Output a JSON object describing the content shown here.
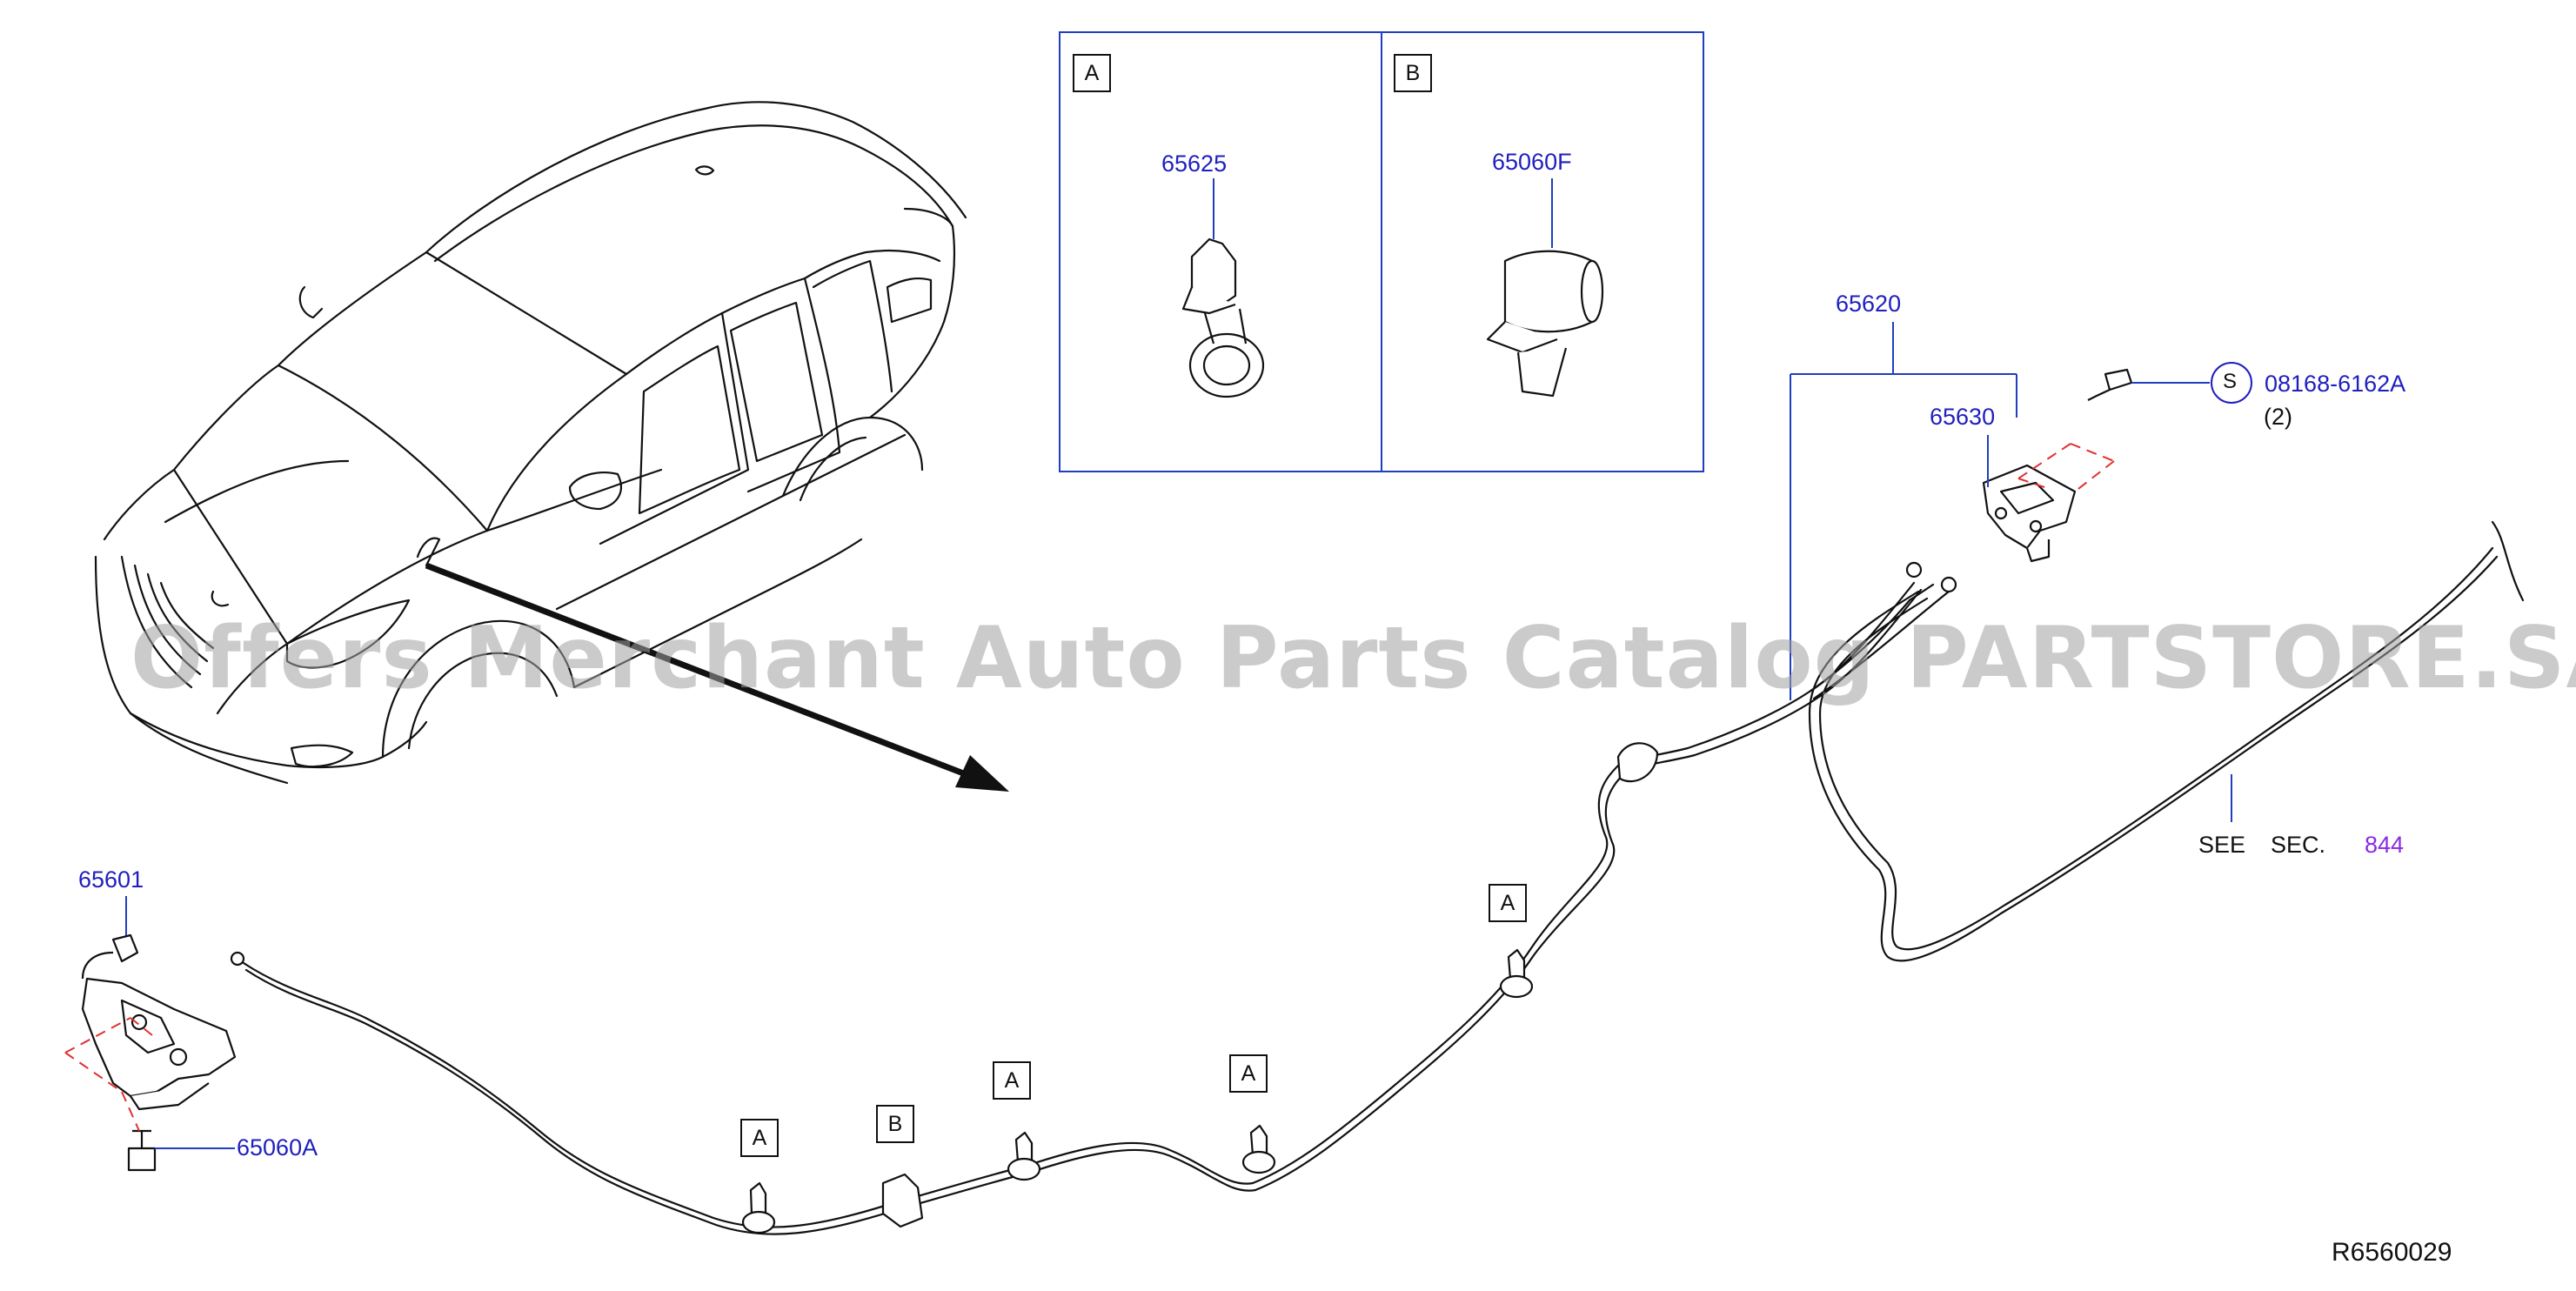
{
  "diagram": {
    "parts": {
      "p65601": "65601",
      "p65060A": "65060A",
      "p65620": "65620",
      "p65630": "65630",
      "p08168": "08168-6162A",
      "qty": "(2)",
      "s_symbol": "S",
      "p65625": "65625",
      "p65060F": "65060F"
    },
    "see_sec": {
      "see": "SEE",
      "sec": "SEC.",
      "num": "844"
    },
    "callouts": {
      "a": "A",
      "b": "B"
    },
    "diagram_id": "R6560029",
    "watermark": "Offers Merchant Auto Parts Catalog PARTSTORE.SA",
    "colors": {
      "part_number": "#1f1fbf",
      "section_link": "#8a2be2",
      "leader": "#1f3fbf",
      "guide": "#e03030"
    }
  }
}
